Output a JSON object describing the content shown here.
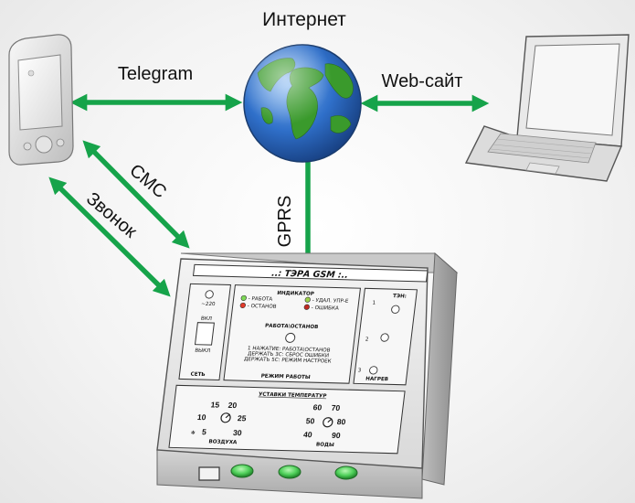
{
  "labels": {
    "internet": "Интернет",
    "telegram": "Telegram",
    "website": "Web-сайт",
    "sms": "СМС",
    "call": "Звонок",
    "gprs": "GPRS"
  },
  "colors": {
    "arrow": "#16a34a",
    "globe_ocean": "#2f6fc9",
    "globe_land": "#3a9a2c",
    "panel": "#ececec",
    "leds": "#4fd05a"
  },
  "device": {
    "title": "..: ТЭРА GSM :..",
    "power": {
      "voltage": "~220",
      "on": "ВКЛ",
      "off": "ВЫКЛ",
      "caption": "СЕТЬ"
    },
    "indicator": {
      "header": "ИНДИКАТОР",
      "work": "- РАБОТА",
      "stop": "- ОСТАНОВ",
      "remote": "- УДАЛ. УПР-Е",
      "error": "- ОШИБКА",
      "button": "РАБОТА\\ОСТАНОВ",
      "help1": "1  НАЖАТИЕ: РАБОТА\\ОСТАНОВ",
      "help2": "ДЕРЖАТЬ 3С: СБРОС ОШИБКИ",
      "help3": "ДЕРЖАТЬ 5С: РЕЖИМ НАСТРОЕК",
      "caption": "РЕЖИМ РАБОТЫ"
    },
    "heater": {
      "header": "ТЭН:",
      "n1": "1",
      "n2": "2",
      "n3": "3",
      "caption": "НАГРЕВ"
    },
    "setpoints": {
      "header": "УСТАВКИ ТЕМПЕРАТУР",
      "air": {
        "caption": "ВОЗДУХА",
        "ticks": [
          "5",
          "10",
          "15",
          "20",
          "25",
          "30"
        ]
      },
      "water": {
        "caption": "ВОДЫ",
        "ticks": [
          "40",
          "50",
          "60",
          "70",
          "80",
          "90"
        ]
      }
    }
  }
}
